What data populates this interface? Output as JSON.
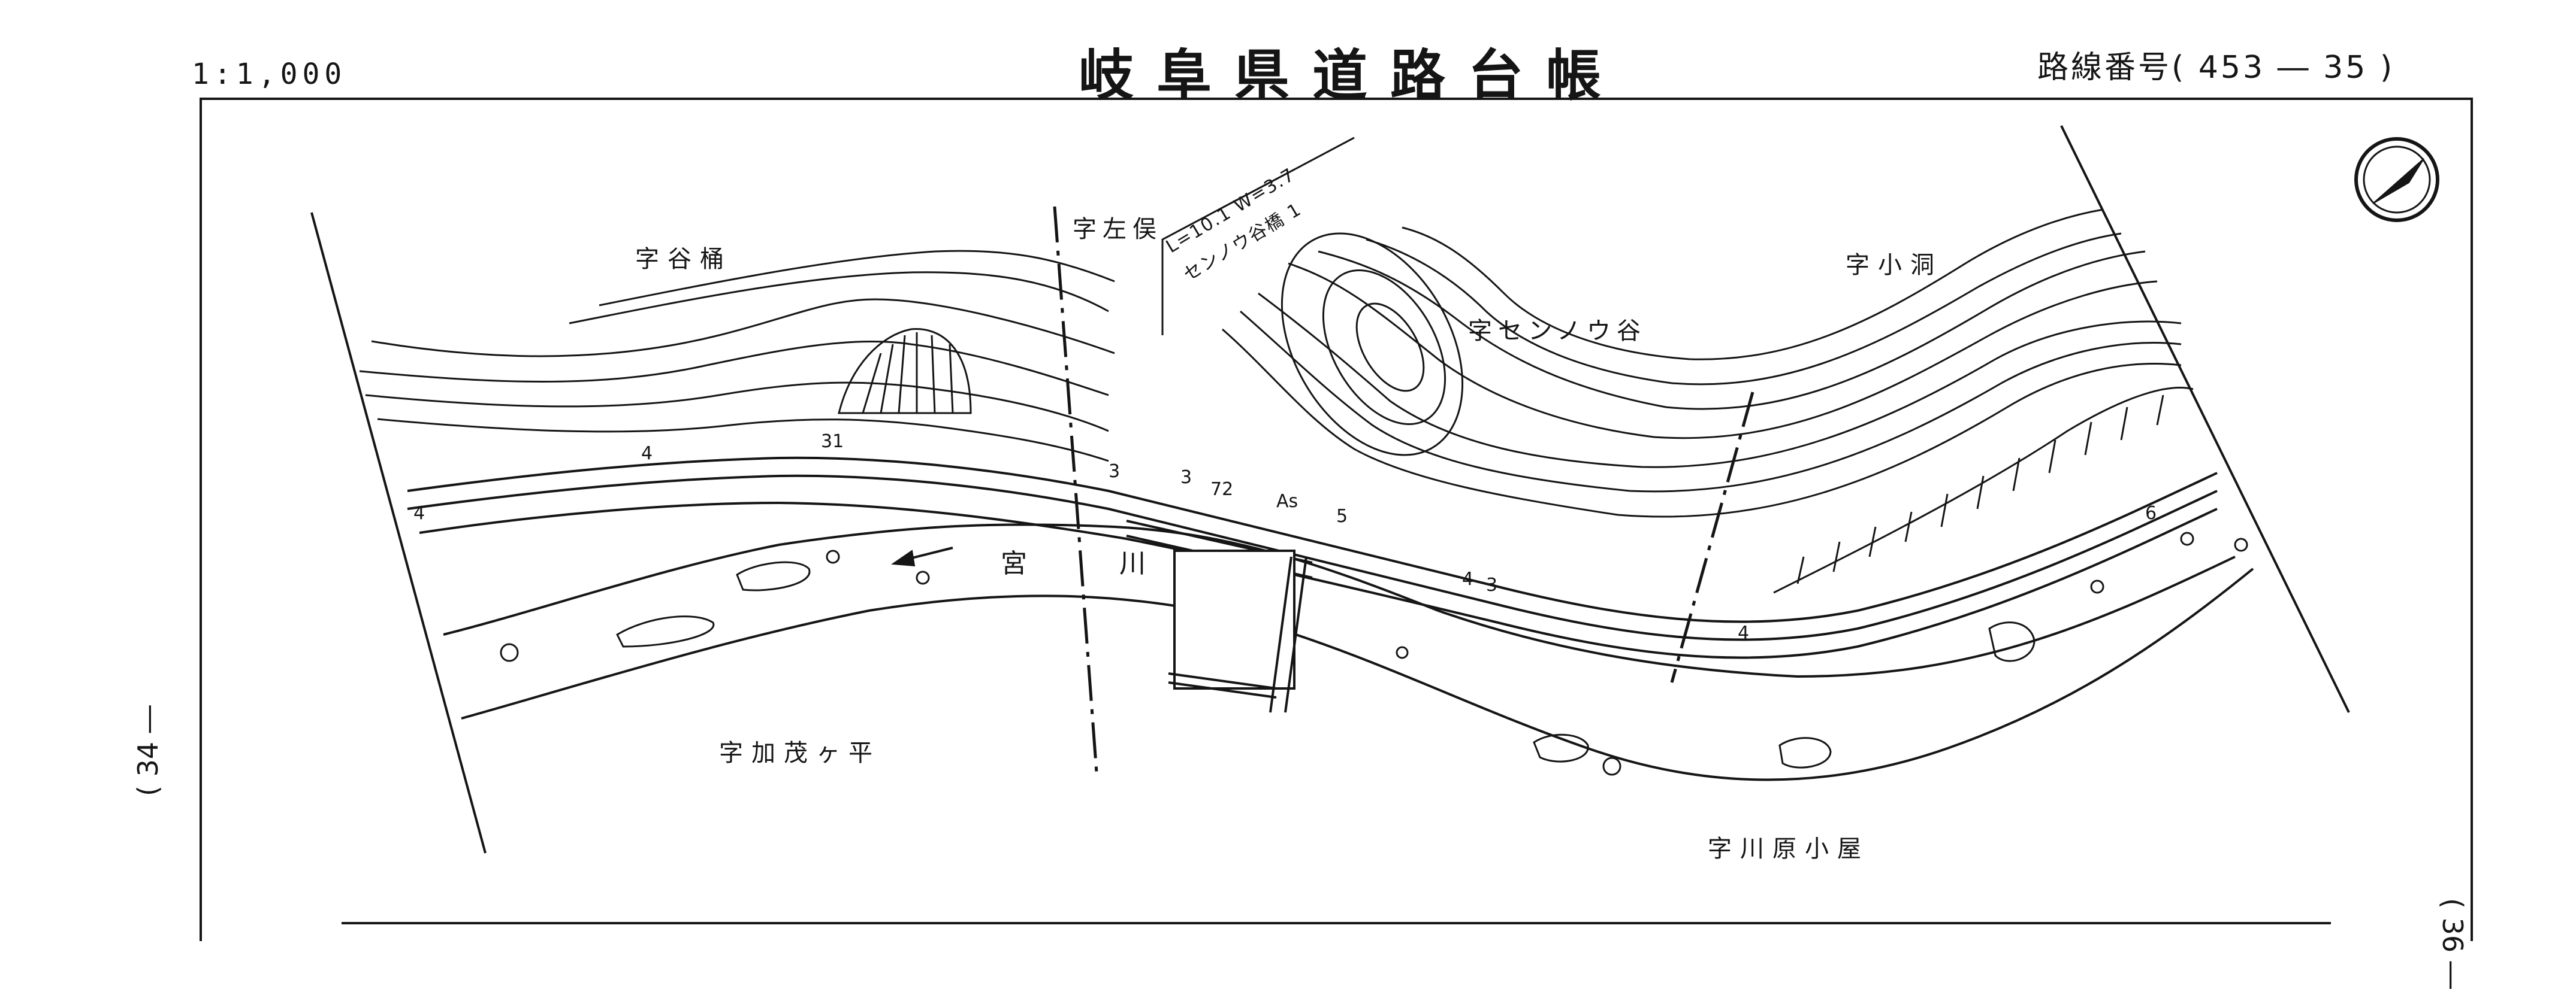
{
  "header": {
    "scale": "1:1,000",
    "title": "岐阜県道路台帳",
    "route_number": "路線番号( 453 ― 35 )"
  },
  "side_page_refs": {
    "left": "( 34 ―",
    "right": "( 36 ―"
  },
  "map": {
    "place_names": {
      "tanioke": "字谷桶",
      "sabamata": "字左俣",
      "sennoudani": "字センノウ谷",
      "kobora": "字小洞",
      "kamogahira": "字加茂ヶ平",
      "kawarakoya": "字川原小屋"
    },
    "river": {
      "name": "宮 川",
      "arrow_icon": "arrow-left-icon"
    },
    "bridge": {
      "dimensions": "L=10.1 W=3.7",
      "name": "センノウ谷橋 1"
    },
    "road_marks": {
      "width_4_left": "4",
      "width_3_a": "3",
      "width_3_b": "3",
      "width_3_c": "3",
      "width_31": "31",
      "width_72": "72",
      "width_4_mid": "4",
      "width_5": "5",
      "width_4_right": "4",
      "width_6": "6",
      "width_4_lower": "4",
      "surface": "As"
    },
    "north_arrow_icon": "north-arrow-icon"
  },
  "colors": {
    "ink": "#151515",
    "paper": "#ffffff"
  }
}
